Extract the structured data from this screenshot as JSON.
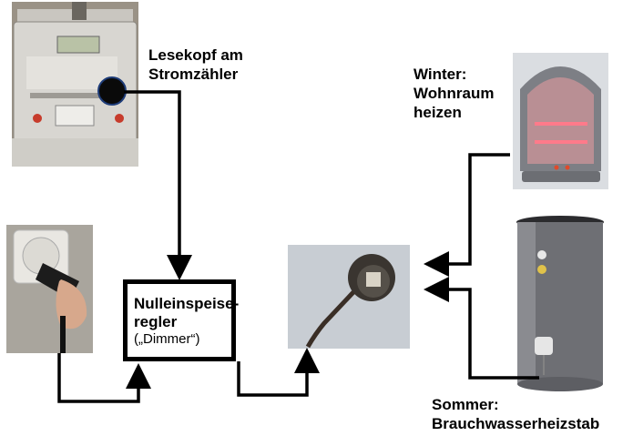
{
  "labels": {
    "meter_head": "Lesekopf am\nStromzähler",
    "winter": "Winter:\nWohnraum\nheizen",
    "summer": "Sommer:\nBrauchwasserheizstab"
  },
  "regulator": {
    "title": "Nulleinspeise-\nregler",
    "subtitle": "(„Dimmer“)"
  },
  "photos": [
    {
      "name": "electricity-meter-photo"
    },
    {
      "name": "wall-socket-plug-photo"
    },
    {
      "name": "power-socket-cable-photo"
    },
    {
      "name": "radiant-heater-photo"
    },
    {
      "name": "hot-water-tank-photo"
    }
  ],
  "colors": {
    "line": "#000000",
    "heater_glow": "#ff7a8a"
  }
}
